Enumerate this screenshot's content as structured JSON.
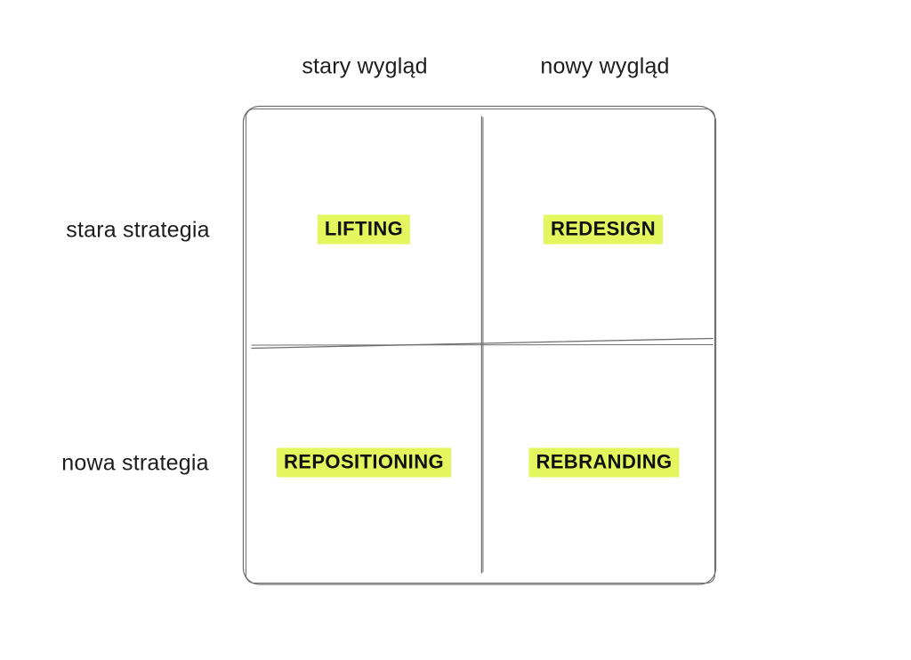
{
  "matrix": {
    "column_headers": [
      {
        "label": "stary wygląd"
      },
      {
        "label": "nowy wygląd"
      }
    ],
    "row_headers": [
      {
        "label": "stara strategia"
      },
      {
        "label": "nowa strategia"
      }
    ],
    "quadrants": [
      {
        "label": "LIFTING"
      },
      {
        "label": "REDESIGN"
      },
      {
        "label": "REPOSITIONING"
      },
      {
        "label": "REBRANDING"
      }
    ],
    "colors": {
      "highlight": "#e3f65e",
      "line": "#6f6f6f",
      "text": "#1d1d1d"
    }
  }
}
